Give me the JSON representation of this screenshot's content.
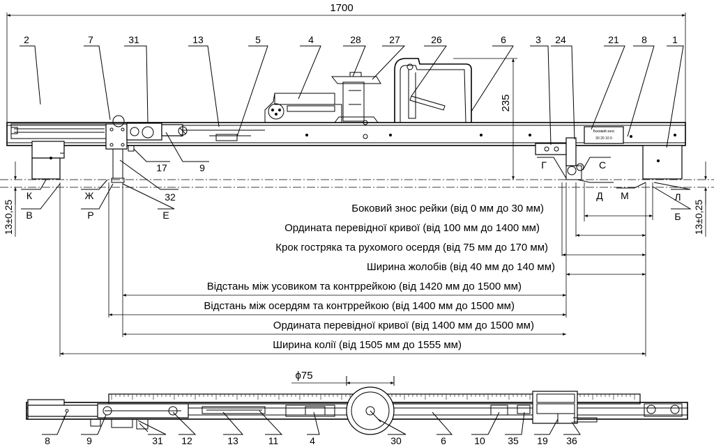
{
  "overall_dimension": "1700",
  "height_dimension": "235",
  "diameter_label": "ϕ75",
  "tolerance_left": "13±0,25",
  "tolerance_right": "13±0,25",
  "scale_label": "Боковий знос",
  "scale_numbers": "30 20 10 0",
  "top_callouts": [
    "2",
    "7",
    "31",
    "13",
    "5",
    "4",
    "28",
    "27",
    "26",
    "6",
    "3",
    "24",
    "21",
    "8",
    "1"
  ],
  "mid_callouts": [
    "17",
    "9",
    "32"
  ],
  "point_letters": {
    "k": "К",
    "zh": "Ж",
    "v": "В",
    "r": "Р",
    "e": "Е",
    "g": "Г",
    "s": "С",
    "d": "Д",
    "m": "М",
    "l": "Л",
    "b": "Б"
  },
  "bottom_callouts": [
    "8",
    "9",
    "31",
    "12",
    "13",
    "11",
    "4",
    "30",
    "6",
    "10",
    "35",
    "19",
    "36"
  ],
  "measurements": [
    "Боковий знос рейки (від 0 мм до 30 мм)",
    "Ордината перевідної кривої (від 100 мм до 1400 мм)",
    "Крок гостряка та рухомого осердя (від 75 мм до 170 мм)",
    "Ширина жолобів (від 40 мм до 140 мм)",
    "Відстань між усовиком та контррейкою (від 1420 мм до 1500 мм)",
    "Відстань між осердям та контррейкою (від 1400 мм до 1500 мм)",
    "Ордината перевідної кривої (від 1400 мм до 1500 мм)",
    "Ширина колії (від 1505 мм до 1555 мм)"
  ]
}
